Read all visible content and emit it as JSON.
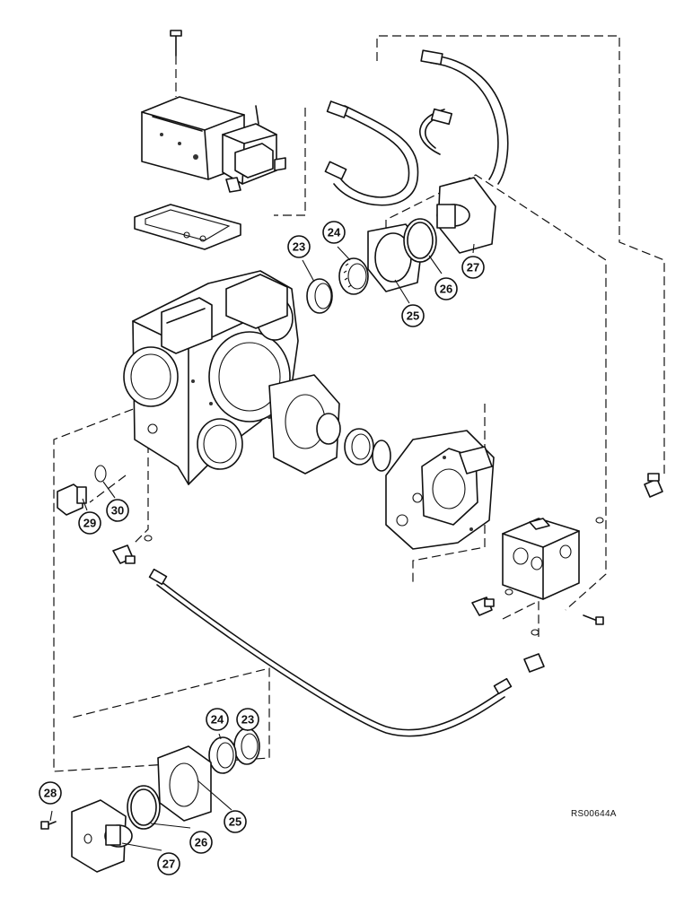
{
  "figure": {
    "reference_code": "RS00644A"
  },
  "callouts": [
    {
      "id": "c23a",
      "label": "23"
    },
    {
      "id": "c24a",
      "label": "24"
    },
    {
      "id": "c25a",
      "label": "25"
    },
    {
      "id": "c26a",
      "label": "26"
    },
    {
      "id": "c27a",
      "label": "27"
    },
    {
      "id": "c29",
      "label": "29"
    },
    {
      "id": "c30",
      "label": "30"
    },
    {
      "id": "c23b",
      "label": "23"
    },
    {
      "id": "c24b",
      "label": "24"
    },
    {
      "id": "c25b",
      "label": "25"
    },
    {
      "id": "c26b",
      "label": "26"
    },
    {
      "id": "c27b",
      "label": "27"
    },
    {
      "id": "c28",
      "label": "28"
    }
  ]
}
